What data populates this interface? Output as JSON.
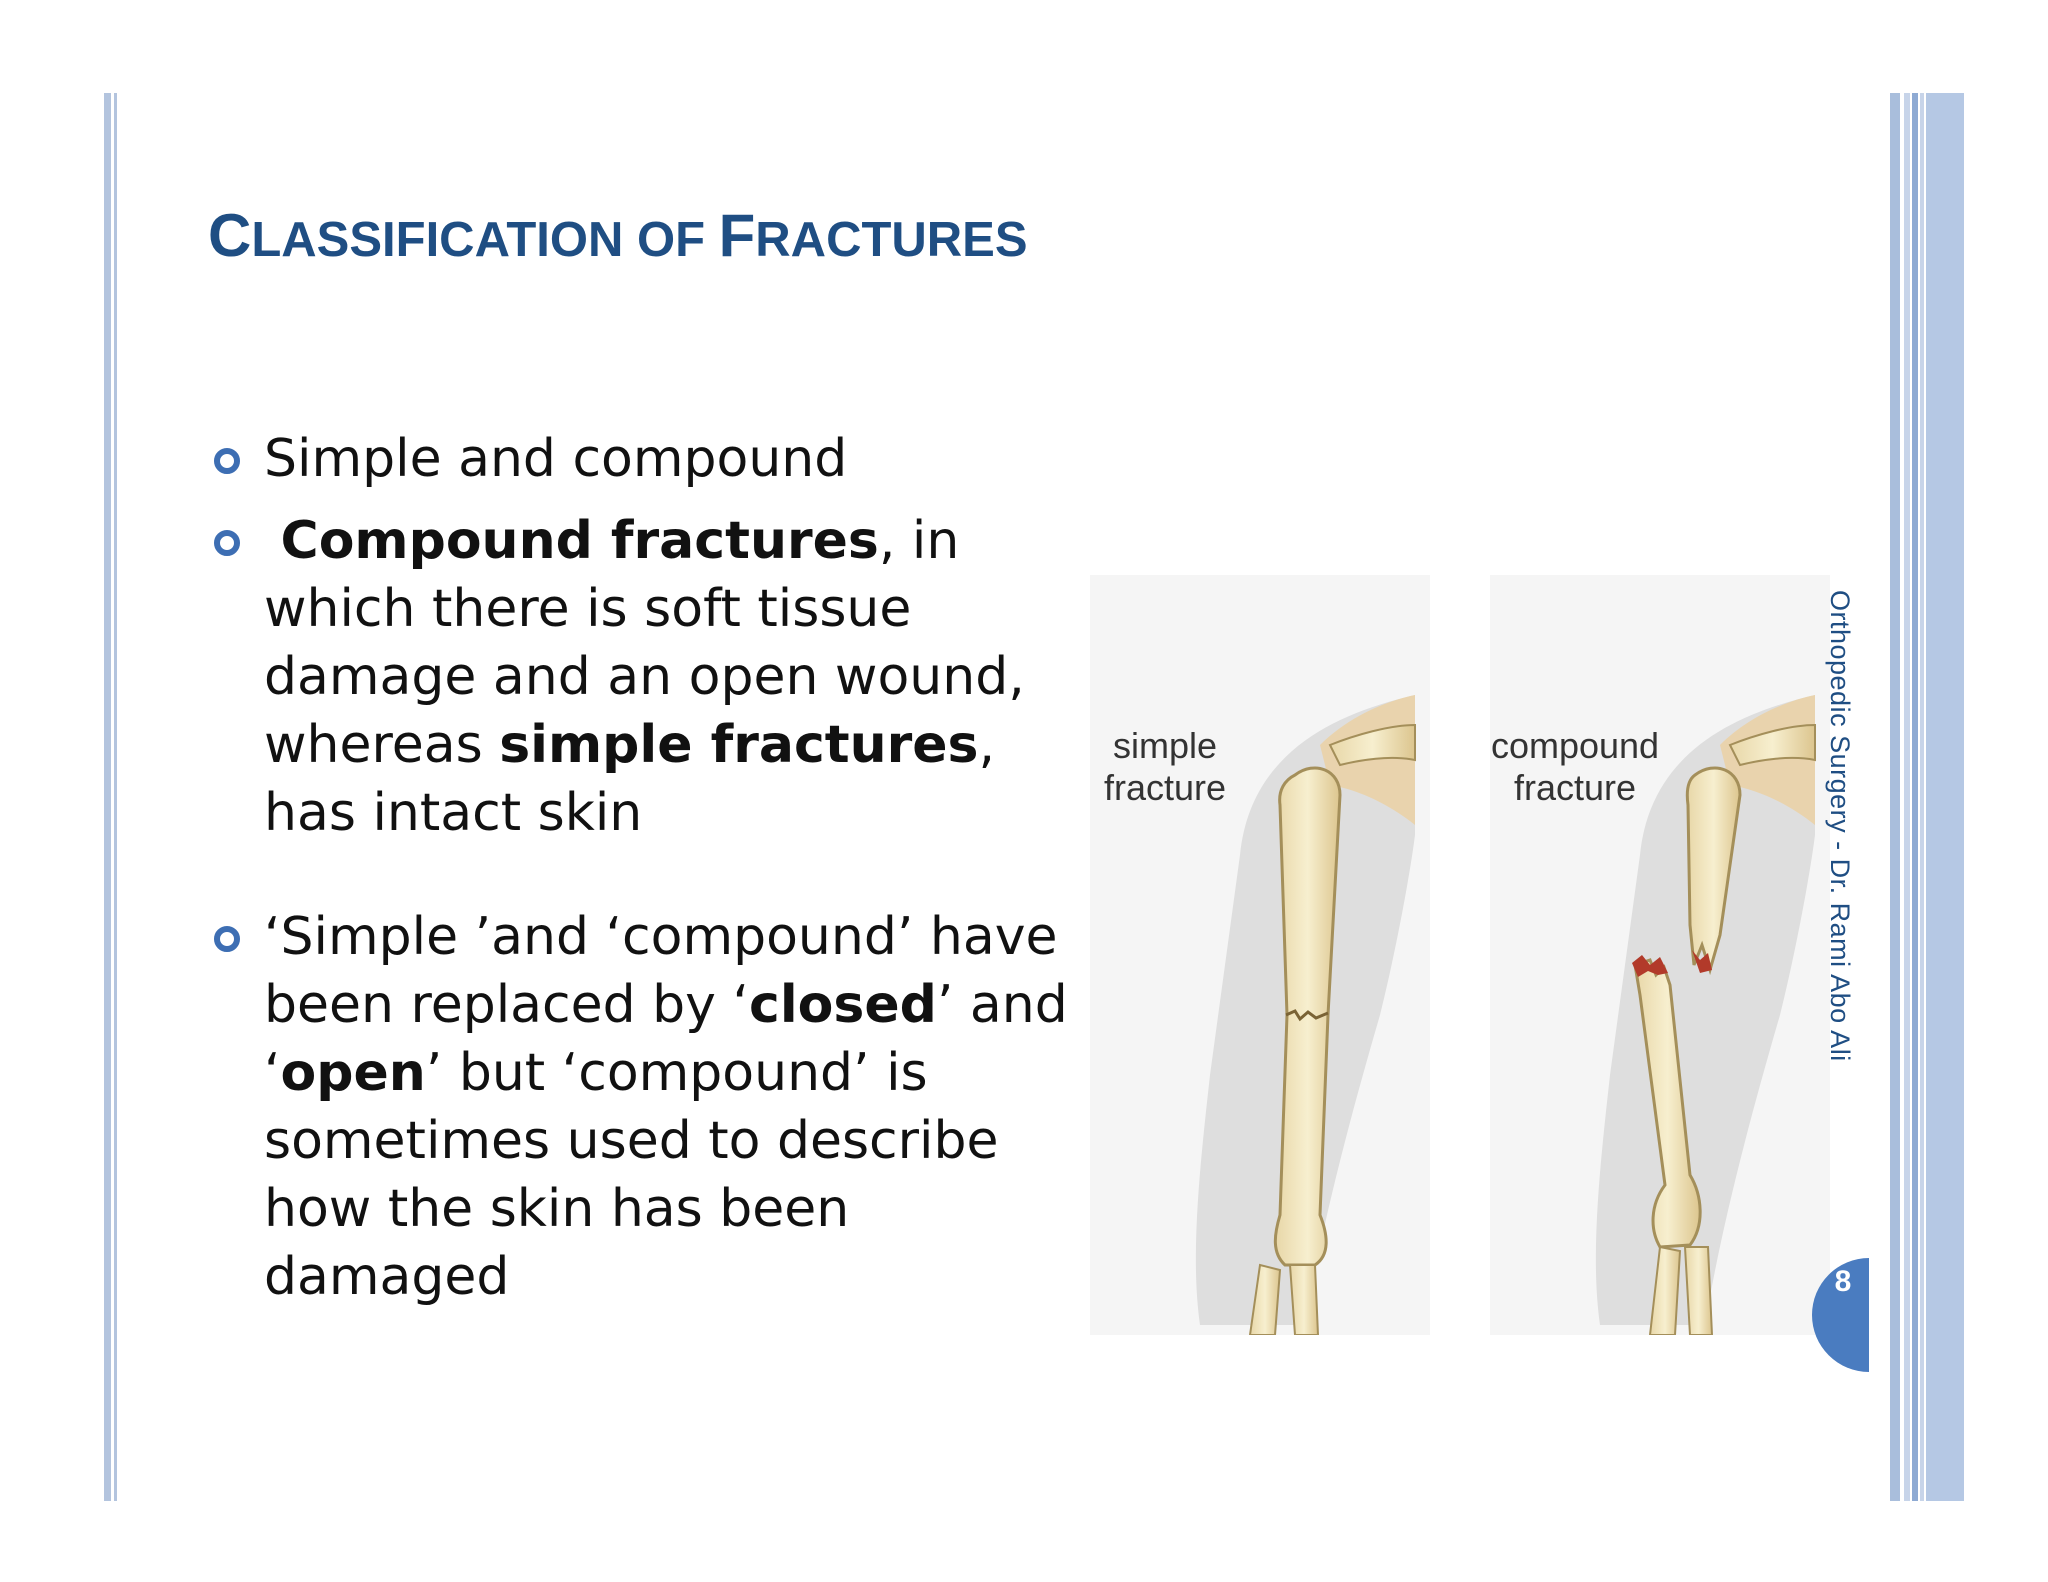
{
  "slide": {
    "title_cap1": "C",
    "title_rest1": "LASSIFICATION OF ",
    "title_cap2": "F",
    "title_rest2": "RACTURES",
    "bullets": {
      "b1": "Simple and compound",
      "b2_bold": "Compound fractures",
      "b2_text": ", in which there is soft tissue damage and an open wound, whereas ",
      "b2_bold2": "simple fractures",
      "b2_text2": ", has intact skin",
      "b3_a": "‘Simple ’and ‘compound’ have been replaced by ‘",
      "b3_bold1": "closed",
      "b3_b": "’ and ‘",
      "b3_bold2": "open",
      "b3_c": "’ but ‘compound’ is sometimes used to describe how the skin has been damaged"
    },
    "figure": {
      "label_simple_1": "simple",
      "label_simple_2": "fracture",
      "label_compound_1": "compound",
      "label_compound_2": "fracture"
    },
    "side_text": "Orthopedic Surgery - Dr. Rami Abo Ali",
    "page_number": "8"
  },
  "colors": {
    "title": "#1f4e83",
    "bullet": "#3d6eb3",
    "rule": "#b3c4de",
    "badge": "#4a7cc0"
  }
}
